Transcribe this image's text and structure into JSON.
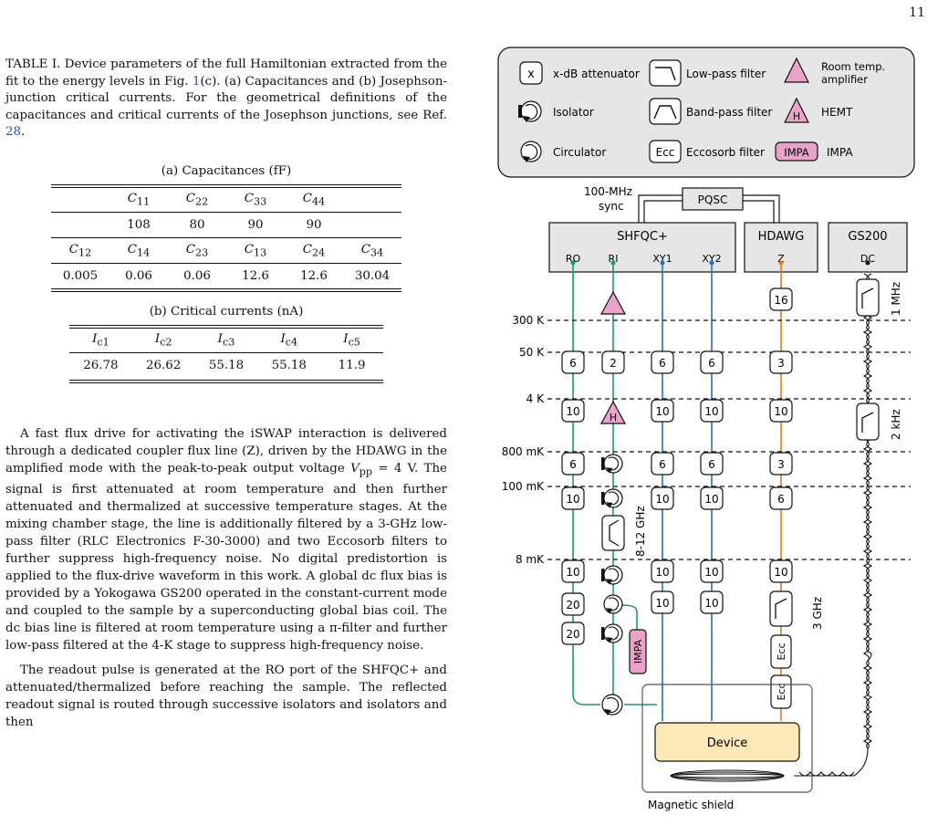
{
  "page_number": "11",
  "table_caption": {
    "lead": "TABLE I. Device parameters of the full Hamiltonian extracted from the fit to the energy levels in Fig. ",
    "fig_ref": "1",
    "mid": "(c). (a) Capacitances and (b) Josephson-junction critical currents. For the geometrical definitions of the capacitances and critical currents of the Josephson junctions, see Ref. ",
    "ref_num": "28",
    "end": "."
  },
  "capacitances": {
    "title": "(a) Capacitances (fF)",
    "row1_head": [
      "C",
      "C",
      "C",
      "C"
    ],
    "row1_sub": [
      "11",
      "22",
      "33",
      "44"
    ],
    "row1_values": [
      "108",
      "80",
      "90",
      "90"
    ],
    "row2_sub": [
      "12",
      "14",
      "23",
      "13",
      "24",
      "34"
    ],
    "row2_values": [
      "0.005",
      "0.06",
      "0.06",
      "12.6",
      "12.6",
      "30.04"
    ]
  },
  "critical_currents": {
    "title": "(b) Critical currents (nA)",
    "sub": [
      "c1",
      "c2",
      "c3",
      "c4",
      "c5"
    ],
    "values": [
      "26.78",
      "26.62",
      "55.18",
      "55.18",
      "11.9"
    ]
  },
  "body": {
    "p1a": "A fast flux drive for activating the iSWAP interaction is delivered through a dedicated coupler flux line (Z), driven by the HDAWG in the amplified mode with the peak-to-peak output voltage ",
    "p1_vsym": "V",
    "p1_vsub": "pp",
    "p1b": " = 4 V. The signal is first attenuated at room temperature and then further attenuated and thermalized at successive temperature stages. At the mixing chamber stage, the line is additionally filtered by a 3-GHz low-pass filter (RLC Electronics F-30-3000) and two Eccosorb filters to further suppress high-frequency noise. No digital predistortion is applied to the flux-drive waveform in this work. A global dc flux bias is provided by a Yokogawa GS200 operated in the constant-current mode and coupled to the sample by a superconducting global bias coil. The dc bias line is filtered at room temperature using a π-filter and further low-pass filtered at the 4-K stage to suppress high-frequency noise.",
    "p2": "The readout pulse is generated at the RO port of the SHFQC+ and attenuated/thermalized before reaching the sample. The reflected readout signal is routed through successive isolators and isolators and then"
  },
  "figure": {
    "legend": {
      "x": "x",
      "attenuator": "x-dB attenuator",
      "lowpass": "Low-pass filter",
      "rt_amp_1": "Room temp.",
      "rt_amp_2": "amplifier",
      "isolator": "Isolator",
      "bandpass": "Band-pass filter",
      "hemt": "HEMT",
      "hemt_letter": "H",
      "circulator": "Circulator",
      "ecc": "Ecc",
      "eccosorb": "Eccosorb filter",
      "impa_box": "IMPA",
      "impa": "IMPA"
    },
    "sync_1": "100-MHz",
    "sync_2": "sync",
    "pqsc": "PQSC",
    "shfqc": "SHFQC+",
    "ports": [
      "RO",
      "RI",
      "XY1",
      "XY2"
    ],
    "hdawg": "HDAWG",
    "hdawg_port": "Z",
    "gs200": "GS200",
    "gs200_port": "DC",
    "stages": [
      "300 K",
      "50 K",
      "4 K",
      "800 mK",
      "100 mK",
      "8 mK"
    ],
    "att_rt": "16",
    "att_50k": [
      "6",
      "2",
      "6",
      "6",
      "3"
    ],
    "att_4k": [
      "10",
      "10",
      "10",
      "10"
    ],
    "att_800mk": [
      "6",
      "6",
      "6",
      "3"
    ],
    "att_100mk": [
      "10",
      "10",
      "10",
      "6"
    ],
    "att_8mk": [
      "10",
      "10",
      "10",
      "10"
    ],
    "att_xy_extra": [
      "10",
      "10"
    ],
    "att_ro_extra": [
      "20",
      "20"
    ],
    "bp_label": "8-12 GHz",
    "lp_z_label": "3 GHz",
    "lp_dc_1": "1 MHz",
    "lp_dc_2": "2 kHz",
    "h_letter": "H",
    "ecc_labels": [
      "Ecc",
      "Ecc"
    ],
    "impa_label": "IMPA",
    "device": "Device",
    "shield": "Magnetic shield",
    "colors": {
      "ro": "#1a9a73",
      "xy": "#2a6fb5",
      "z": "#e07a1d",
      "panel": "#e6e6e6",
      "amp": "#e9a3c9",
      "device": "#fde9b8"
    }
  }
}
